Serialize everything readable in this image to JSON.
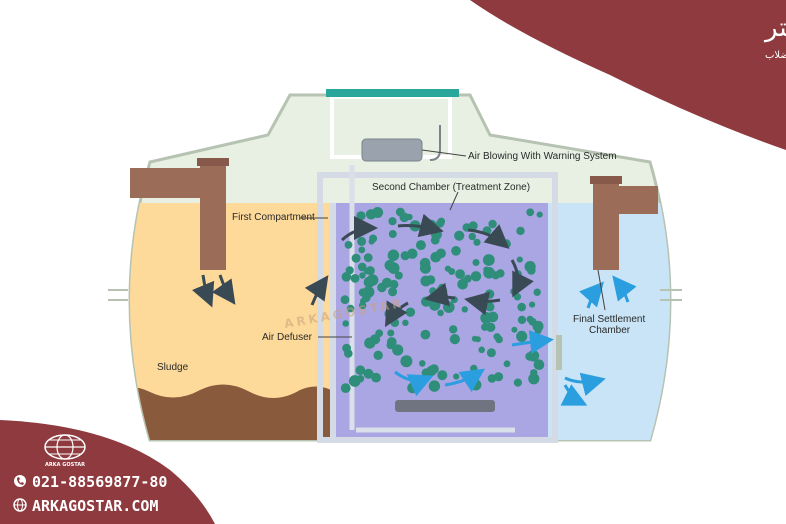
{
  "brand": {
    "company_name": "شرکت آرکاگستر",
    "tagline": "طراحی، ساخت، نصب و راه اندازی سیستم های تصفیه آب و فاضلاب",
    "logo_text": "ARKA GOSTAR",
    "phone": "021-88569877-80",
    "website": "ARKAGOSTAR.COM",
    "watermark": "ARKAGOSTAR",
    "colors": {
      "maroon": "#8e3a3e",
      "white": "#ffffff"
    }
  },
  "diagram": {
    "labels": {
      "air_blowing": "Air Blowing With Warning System",
      "second_chamber": "Second Chamber (Treatment Zone)",
      "first_compartment": "First Compartment",
      "air_defuser": "Air Defuser",
      "sludge": "Sludge",
      "final_settlement_line1": "Final Settlement",
      "final_settlement_line2": "Chamber"
    },
    "colors": {
      "tank_top": "#e7f0e2",
      "first_compartment": "#fdd99a",
      "treatment_zone": "#aaa5e3",
      "final_chamber": "#c8e4f6",
      "sludge": "#8a5a3c",
      "pipe": "#9b6d59",
      "bubble": "#2f8e7a",
      "lid": "#2aa79a",
      "arrow_dark": "#3a4a55",
      "arrow_blue": "#2b9ee0"
    }
  }
}
